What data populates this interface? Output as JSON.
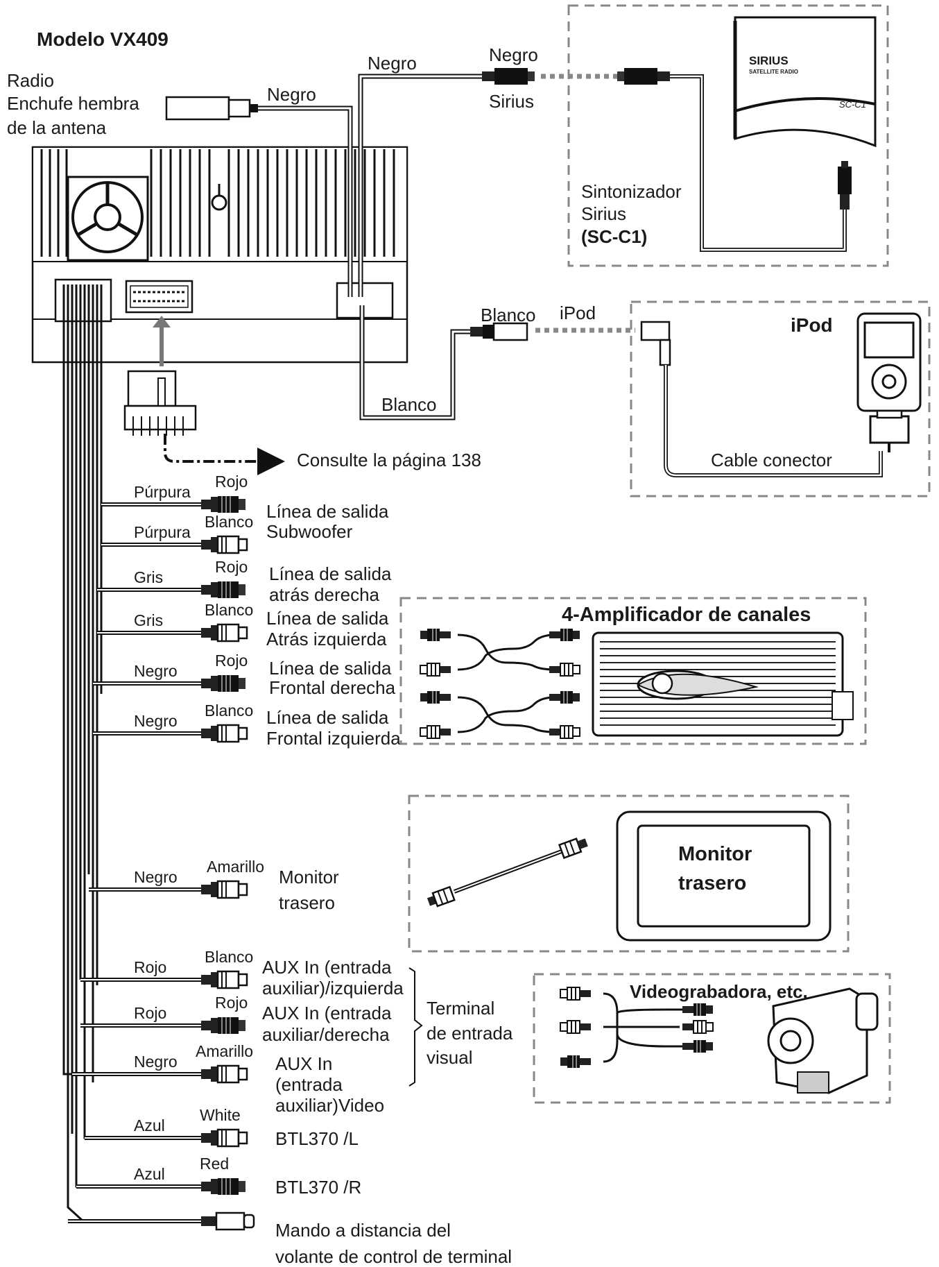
{
  "model": "Modelo VX409",
  "antenna": {
    "line1": "Radio",
    "line2": "Enchufe hembra",
    "line3": "de la antena",
    "wire": "Negro"
  },
  "sirius": {
    "wire_top": "Negro",
    "plug_color": "Negro",
    "plug_label": "Sirius",
    "brand": "SIRIUS",
    "brand_sub": "SATELLITE RADIO",
    "model_tag": "SC-C1",
    "tuner_line1": "Sintonizador",
    "tuner_line2": "Sirius",
    "tuner_line3": "(SC-C1)"
  },
  "ipod": {
    "wire": "Blanco",
    "plug_color": "Blanco",
    "plug_label": "iPod",
    "box_title": "iPod",
    "cable_label": "Cable conector"
  },
  "harness_ref": "Consulte la página 138",
  "outputs": [
    {
      "wire": "Púrpura",
      "plug": "Rojo",
      "label1": "Línea de salida",
      "label2": ""
    },
    {
      "wire": "Púrpura",
      "plug": "Blanco",
      "label1": "Subwoofer",
      "label2": ""
    },
    {
      "wire": "Gris",
      "plug": "Rojo",
      "label1": "Línea de salida",
      "label2": "atrás derecha"
    },
    {
      "wire": "Gris",
      "plug": "Blanco",
      "label1": "Línea de salida",
      "label2": "Atrás izquierda"
    },
    {
      "wire": "Negro",
      "plug": "Rojo",
      "label1": "Línea de salida",
      "label2": "Frontal derecha"
    },
    {
      "wire": "Negro",
      "plug": "Blanco",
      "label1": "Línea de salida",
      "label2": "Frontal izquierda"
    },
    {
      "wire": "Negro",
      "plug": "Amarillo",
      "label1": "Monitor",
      "label2": "trasero"
    },
    {
      "wire": "Rojo",
      "plug": "Blanco",
      "label1": "AUX In (entrada",
      "label2": "auxiliar)/izquierda"
    },
    {
      "wire": "Rojo",
      "plug": "Rojo",
      "label1": "AUX In (entrada",
      "label2": "auxiliar/derecha"
    },
    {
      "wire": "Negro",
      "plug": "Amarillo",
      "label1": "AUX In",
      "label2": "(entrada",
      "label3": "auxiliar)Video"
    },
    {
      "wire": "Azul",
      "plug": "White",
      "label1": "BTL370 /L",
      "label2": ""
    },
    {
      "wire": "Azul",
      "plug": "Red",
      "label1": "BTL370 /R",
      "label2": ""
    },
    {
      "wire": "",
      "plug": "",
      "label1": "Mando a distancia del",
      "label2": "volante de control de terminal"
    }
  ],
  "amplifier": {
    "title": "4-Amplificador de canales"
  },
  "monitor": {
    "line1": "Monitor",
    "line2": "trasero"
  },
  "visual_input": {
    "line1": "Terminal",
    "line2": "de entrada",
    "line3": "visual"
  },
  "camcorder": {
    "title": "Videograbadora, etc."
  }
}
